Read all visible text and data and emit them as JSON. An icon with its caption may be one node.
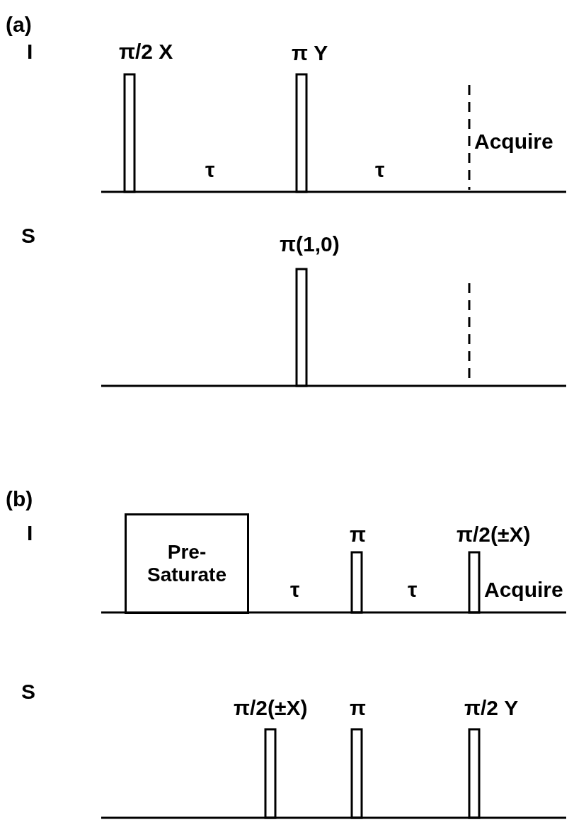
{
  "diagram": {
    "nodes": [
      {
        "text": [
          "Pre- Saturate"
        ]
      }
    ],
    "edges": [],
    "labels": [
      "(a)",
      "I",
      "π/2 X",
      "π Y",
      "τ",
      "τ",
      "Acquire",
      "S",
      "π(1,0)",
      "(b)",
      "I",
      "π",
      "π/2(±X)",
      "τ",
      "τ",
      "Acquire",
      "S",
      "π/2(±X)",
      "π",
      "π/2 Y"
    ]
  }
}
